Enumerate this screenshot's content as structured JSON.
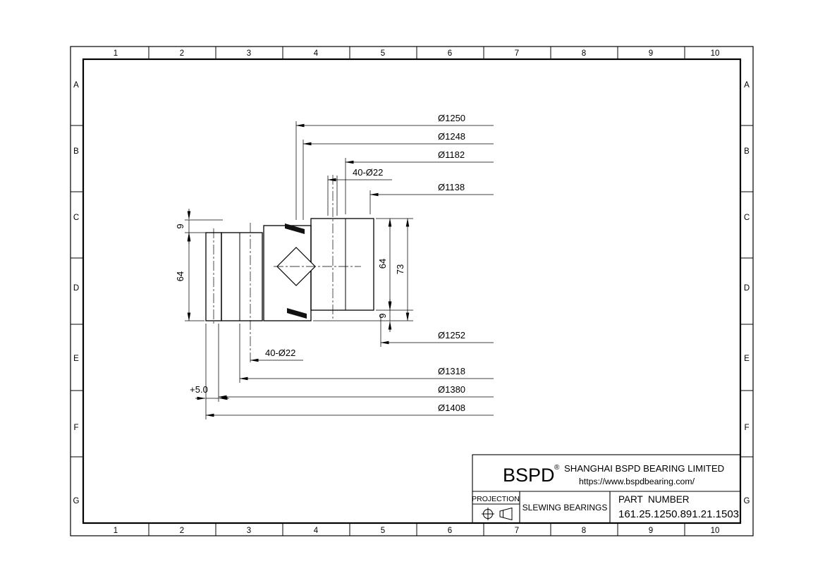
{
  "sheet": {
    "grid": {
      "columns": [
        "1",
        "2",
        "3",
        "4",
        "5",
        "6",
        "7",
        "8",
        "9",
        "10"
      ],
      "rows": [
        "A",
        "B",
        "C",
        "D",
        "E",
        "F",
        "G"
      ]
    },
    "dims": {
      "d1250": "Ø1250",
      "d1248": "Ø1248",
      "d1182": "Ø1182",
      "holes_top": "40-Ø22",
      "d1138": "Ø1138",
      "d1252": "Ø1252",
      "holes_bottom": "40-Ø22",
      "d1318": "Ø1318",
      "d1380": "Ø1380",
      "d1408": "Ø1408",
      "gear_offset": "+5.0",
      "left_height_9": "9",
      "left_height_64": "64",
      "right_height_64": "64",
      "right_height_73": "73",
      "right_height_9": "9"
    },
    "title_block": {
      "logo": "BSPD",
      "registered": "®",
      "company": "SHANGHAI BSPD BEARING LIMITED",
      "website": "https://www.bspdbearing.com/",
      "projection_label": "PROJECTION",
      "product": "SLEWING BEARINGS",
      "part_number_label": "PART  NUMBER",
      "part_number": "161.25.1250.891.21.1503"
    }
  }
}
